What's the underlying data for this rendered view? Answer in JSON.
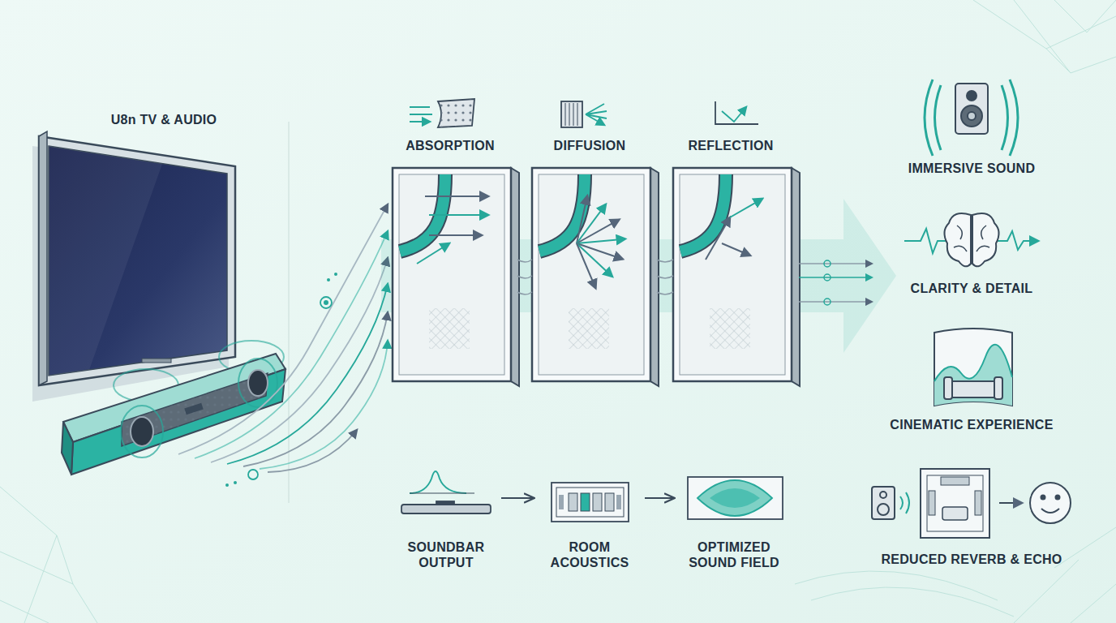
{
  "diagram": {
    "nodes": [
      {
        "text": [
          "ABSORPTION"
        ]
      },
      {
        "text": [
          "DIFFUSION"
        ]
      },
      {
        "text": [
          "REFLECTION"
        ]
      },
      {
        "text": [
          "SOUNDBAR OUTPUT"
        ]
      },
      {
        "text": [
          "ROOM ACOUSTICS"
        ]
      },
      {
        "text": [
          "OPTIMIZED SOUND FIELD"
        ]
      }
    ],
    "edges": [
      {
        "from": 3,
        "to": 4,
        "arrow": "to"
      },
      {
        "from": 4,
        "to": 5,
        "arrow": "to"
      }
    ],
    "labels": [
      "U8n TV & AUDIO",
      "IMMERSIVE SOUND",
      "CLARITY & DETAIL",
      "CINEMATIC EXPERIENCE",
      "REDUCED REVERB & ECHO"
    ]
  }
}
